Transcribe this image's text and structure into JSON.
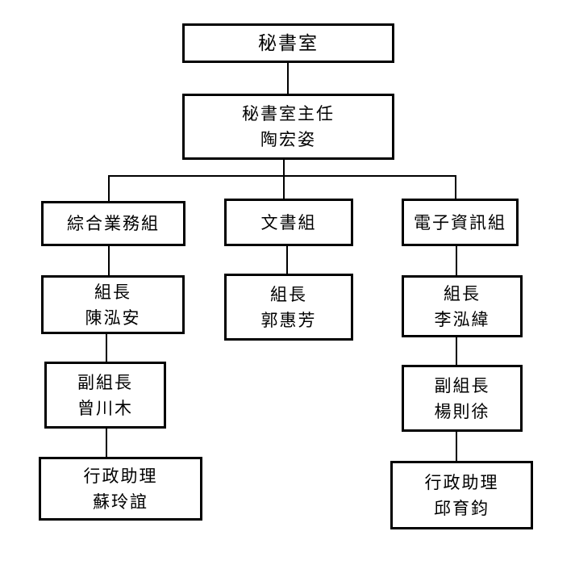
{
  "org_chart": {
    "root": {
      "title": "秘書室"
    },
    "director": {
      "title": "秘書室主任",
      "name": "陶宏姿"
    },
    "units": [
      {
        "name": "綜合業務組",
        "leader": {
          "title": "組長",
          "name": "陳泓安"
        },
        "deputy": {
          "title": "副組長",
          "name": "曾川木"
        },
        "assistant": {
          "title": "行政助理",
          "name": "蘇玲誼"
        }
      },
      {
        "name": "文書組",
        "leader": {
          "title": "組長",
          "name": "郭惠芳"
        }
      },
      {
        "name": "電子資訊組",
        "leader": {
          "title": "組長",
          "name": "李泓緯"
        },
        "deputy": {
          "title": "副組長",
          "name": "楊則徐"
        },
        "assistant": {
          "title": "行政助理",
          "name": "邱育鈞"
        }
      }
    ]
  }
}
